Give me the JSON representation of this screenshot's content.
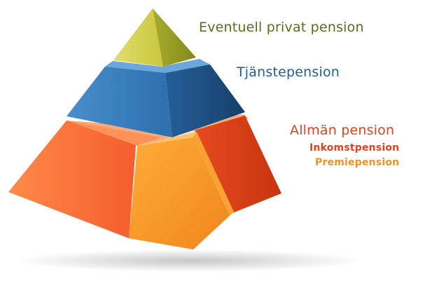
{
  "tiers": {
    "top": {
      "label": "Eventuell privat pension",
      "colors": {
        "light": "#d8d35a",
        "dark": "#9da428",
        "label": "#5e6b17"
      }
    },
    "middle": {
      "label": "Tjänstepension",
      "colors": {
        "light": "#3f85c4",
        "dark": "#1a5187",
        "label": "#1d5f9a"
      }
    },
    "bottom": {
      "label": "Allmän pension",
      "colors": {
        "light": "#ff7a3d",
        "dark": "#d93d18",
        "label": "#e2421f"
      },
      "parts": [
        {
          "label": "Inkomstpension",
          "color": "#e2421f"
        },
        {
          "label": "Premiepension",
          "color": "#f49221"
        }
      ]
    }
  }
}
